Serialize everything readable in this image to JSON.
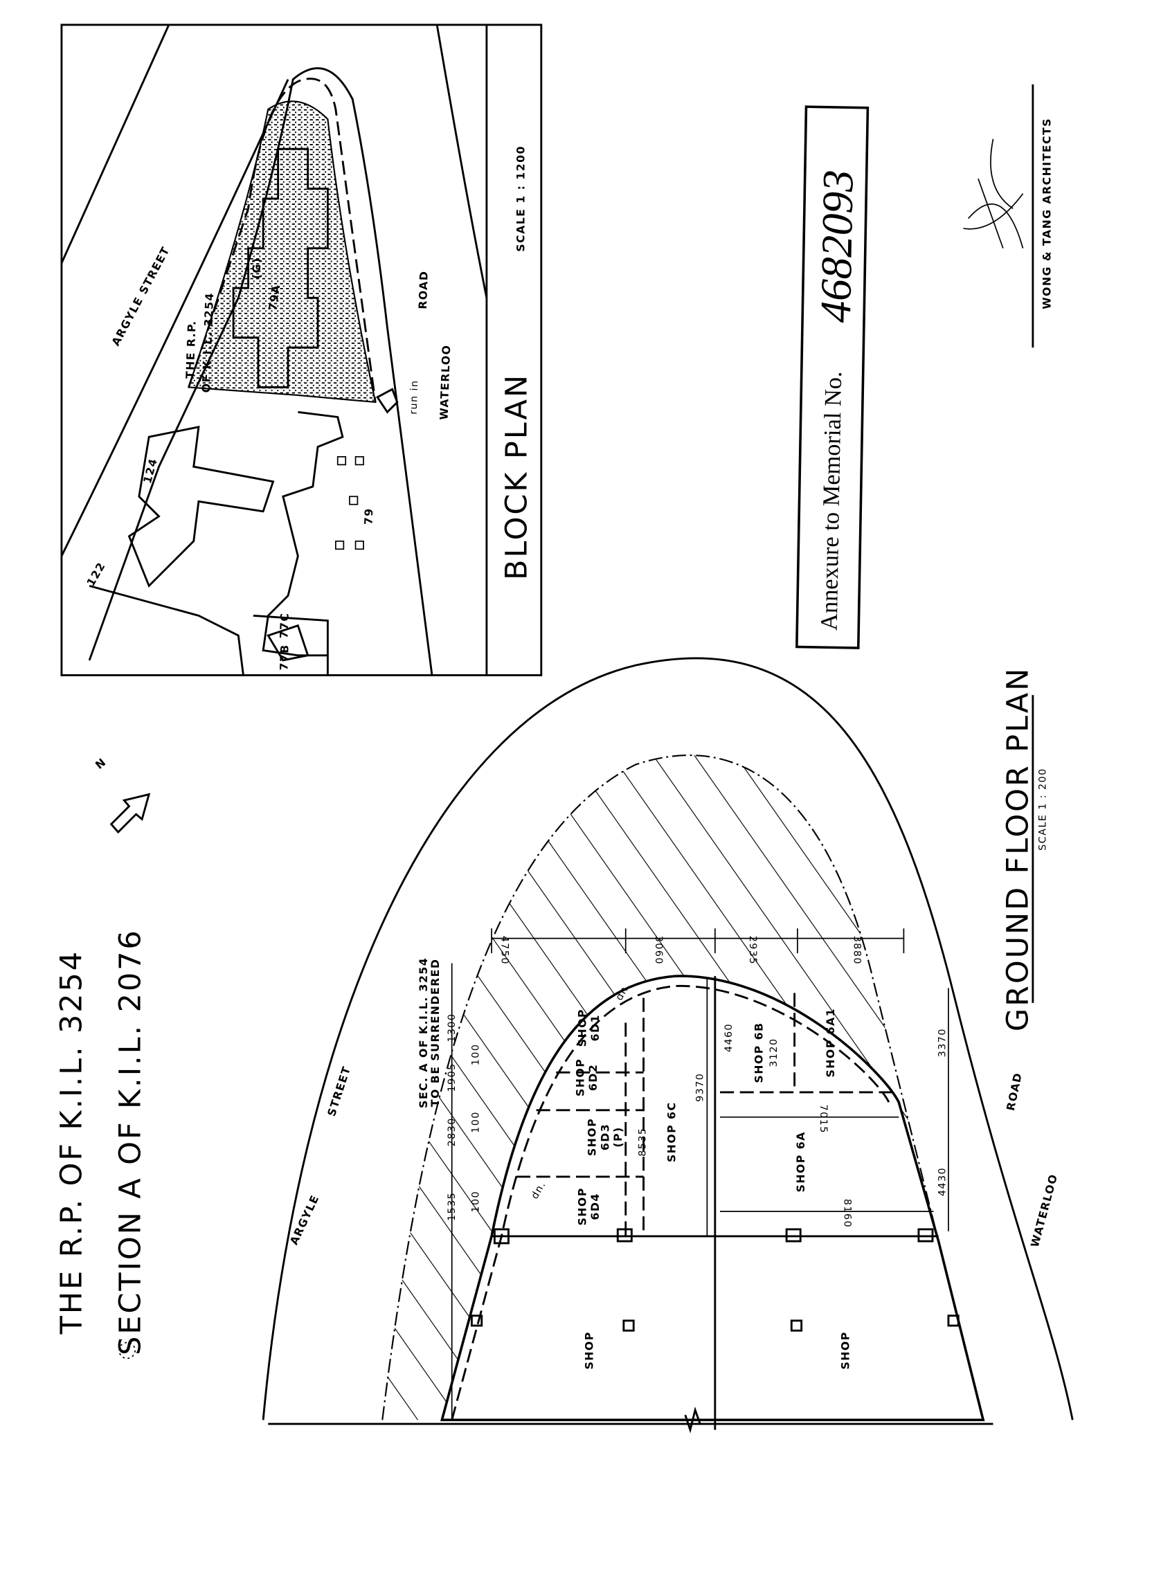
{
  "title": {
    "line1": "THE R.P. OF K.I.L. 3254",
    "line2": "SECTION A OF K.I.L. 2076"
  },
  "north_arrow": {
    "label": "N"
  },
  "block_plan": {
    "title": "BLOCK PLAN",
    "scale": "SCALE 1 : 1200",
    "labels": {
      "argyle_street": "ARGYLE STREET",
      "waterloo": "WATERLOO",
      "road": "ROAD",
      "lot_line1": "THE R.P.",
      "lot_line2": "OF K.I.L. 3254",
      "g": "(G)",
      "lot_79a": "79A",
      "run_in": "run in",
      "lot_124": "124",
      "lot_122": "122",
      "lot_79": "79",
      "lot_77b": "77B",
      "lot_77c": "77C"
    }
  },
  "annexure": {
    "text": "Annexure to Memorial No.",
    "number": "4682093"
  },
  "architect": {
    "name": "WONG & TANG ARCHITECTS"
  },
  "ground_floor_plan": {
    "title": "GROUND FLOOR PLAN",
    "scale": "SCALE 1 : 200",
    "streets": {
      "argyle": "ARGYLE",
      "street": "STREET",
      "waterloo": "WATERLOO",
      "road": "ROAD"
    },
    "surrender_note": {
      "line1": "SEC. A OF K.I.L. 3254",
      "line2": "TO BE SURRENDERED"
    },
    "shops": {
      "shop_left": "SHOP",
      "shop_right": "SHOP",
      "shop_6d4": [
        "SHOP",
        "6D4"
      ],
      "shop_6d3": [
        "SHOP",
        "6D3",
        "(P)"
      ],
      "shop_6d2": [
        "SHOP",
        "6D2"
      ],
      "shop_6d1": [
        "SHOP",
        "6D1"
      ],
      "shop_6c": "SHOP 6C",
      "shop_6b": "SHOP 6B",
      "shop_6a1": "SHOP 6A1",
      "shop_6a": "SHOP 6A"
    },
    "dimensions": {
      "d4750": "4750",
      "d3060": "3060",
      "d2935": "2935",
      "d3880": "3880",
      "d4460": "4460",
      "d3120": "3120",
      "d7015": "7015",
      "d8535": "8535",
      "d9370": "9370",
      "d8160": "8160",
      "d3370": "3370",
      "d4430": "4430",
      "d1535": "1535",
      "d2830": "2830",
      "d1905": "1905",
      "d1300": "1300",
      "d100a": "100",
      "d100b": "100",
      "d100c": "100",
      "dn1": "dn.",
      "dn2": "dn."
    }
  }
}
